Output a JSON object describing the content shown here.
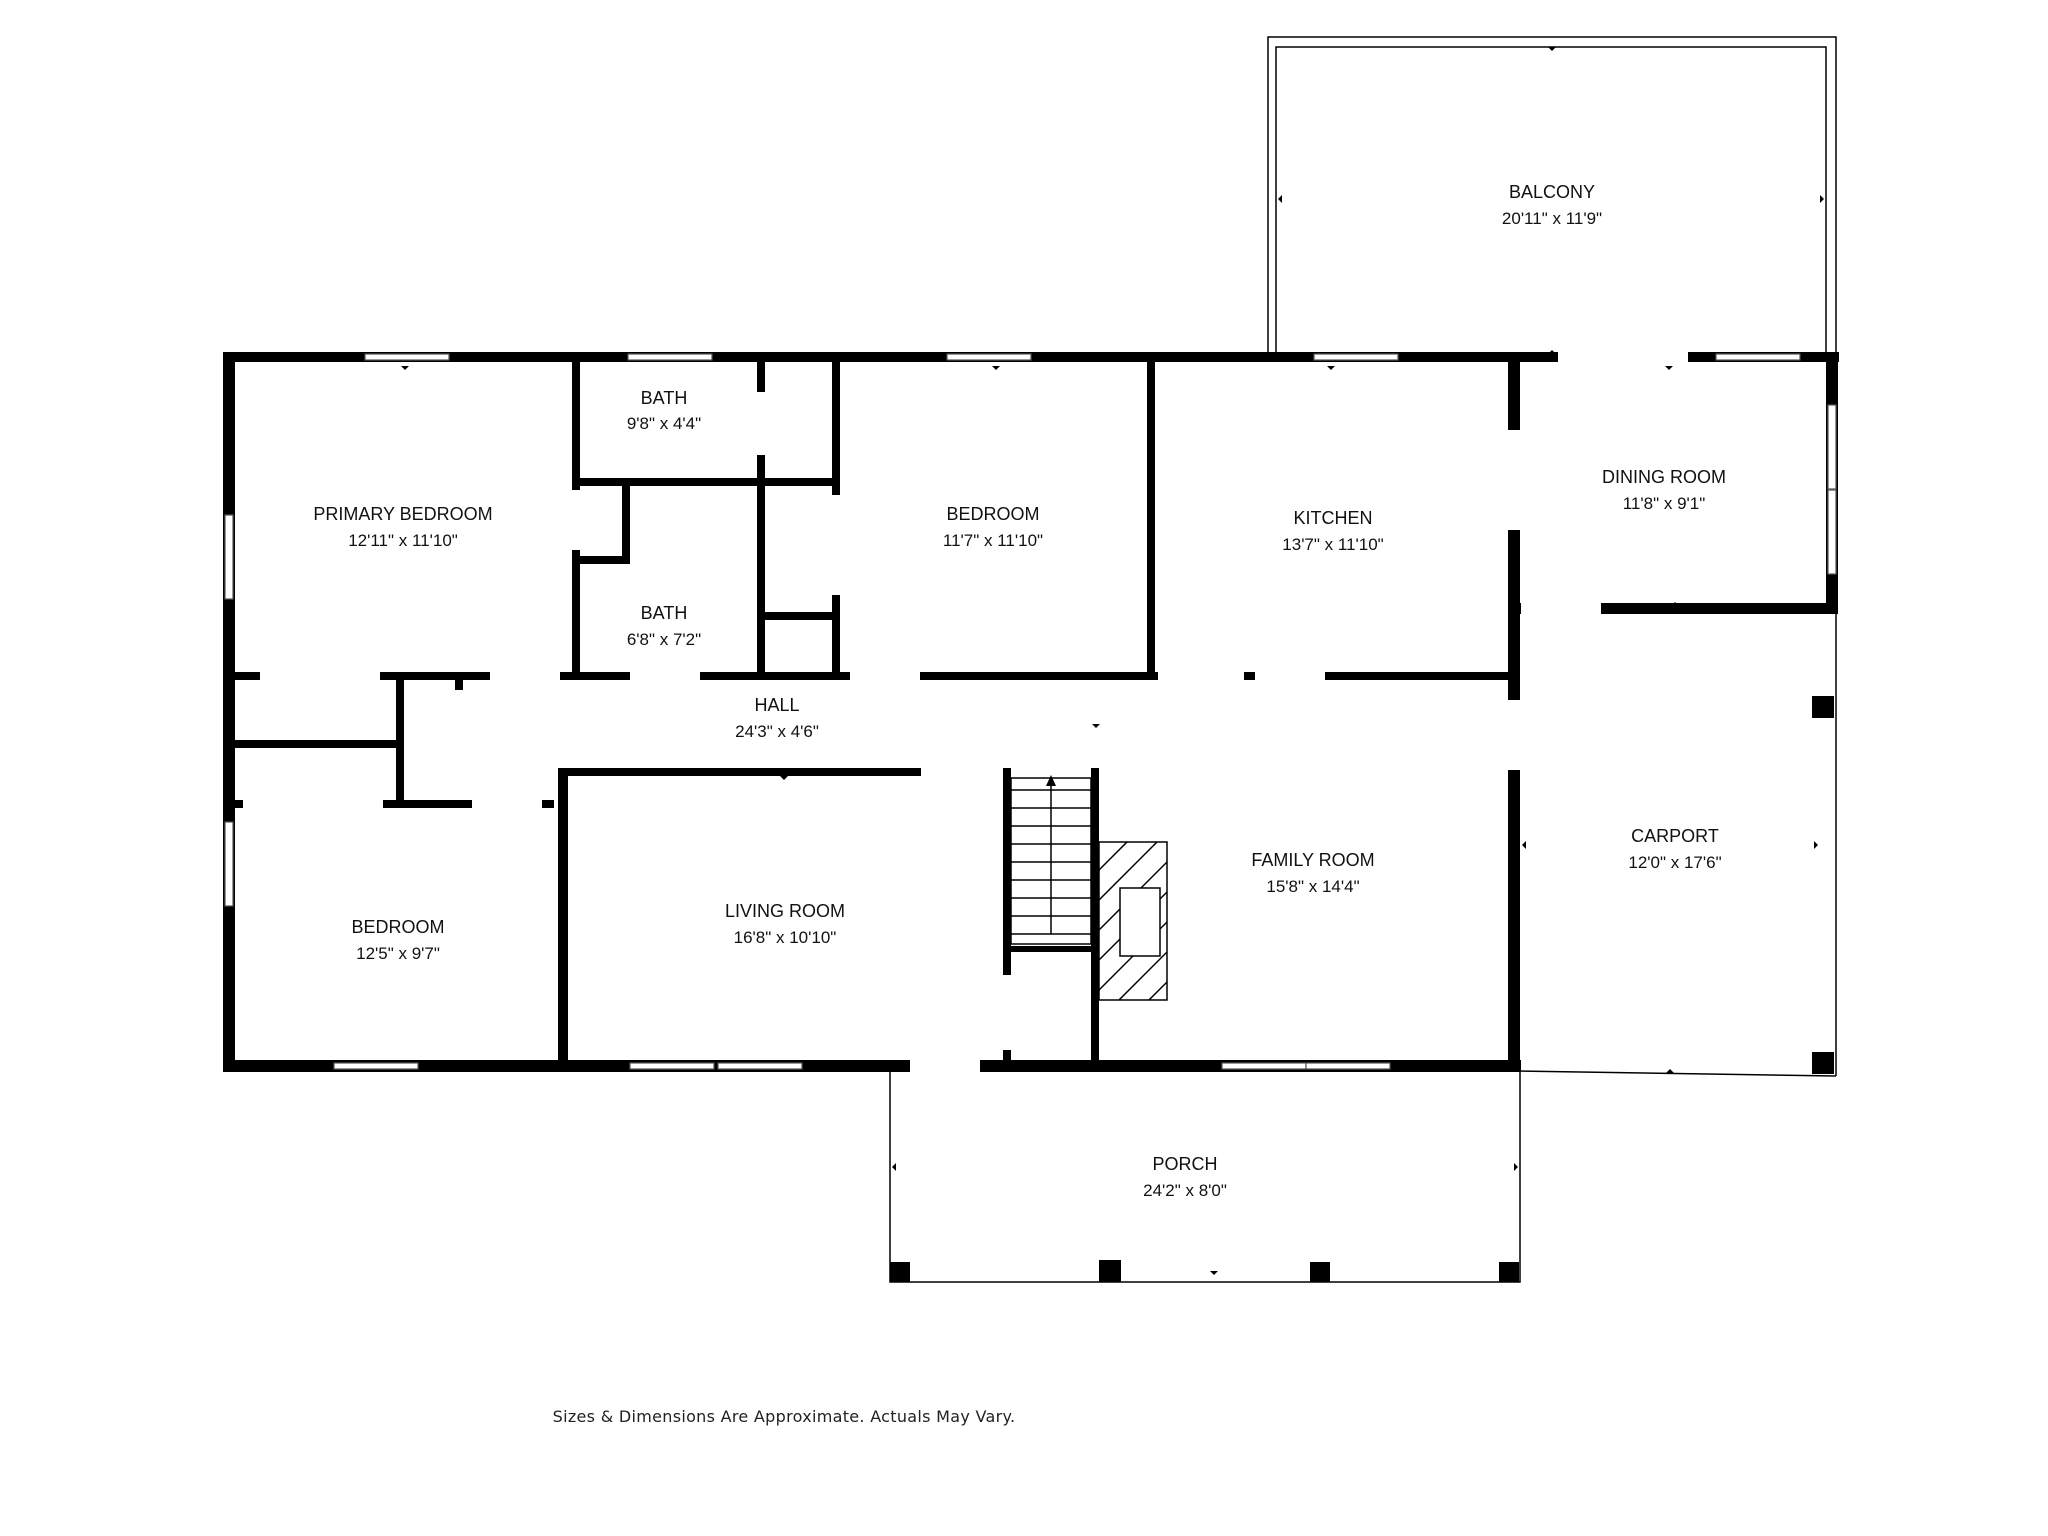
{
  "rooms": {
    "balcony": {
      "name": "BALCONY",
      "dims": "20'11\" x 11'9\""
    },
    "bath_upper": {
      "name": "BATH",
      "dims": "9'8\" x 4'4\""
    },
    "primary_bedroom": {
      "name": "PRIMARY BEDROOM",
      "dims": "12'11\" x 11'10\""
    },
    "bath_lower": {
      "name": "BATH",
      "dims": "6'8\" x 7'2\""
    },
    "bedroom_top": {
      "name": "BEDROOM",
      "dims": "11'7\" x 11'10\""
    },
    "kitchen": {
      "name": "KITCHEN",
      "dims": "13'7\" x 11'10\""
    },
    "dining_room": {
      "name": "DINING ROOM",
      "dims": "11'8\" x 9'1\""
    },
    "hall": {
      "name": "HALL",
      "dims": "24'3\" x 4'6\""
    },
    "bedroom_bottom": {
      "name": "BEDROOM",
      "dims": "12'5\" x 9'7\""
    },
    "living_room": {
      "name": "LIVING ROOM",
      "dims": "16'8\" x 10'10\""
    },
    "family_room": {
      "name": "FAMILY ROOM",
      "dims": "15'8\" x 14'4\""
    },
    "carport": {
      "name": "CARPORT",
      "dims": "12'0\" x 17'6\""
    },
    "porch": {
      "name": "PORCH",
      "dims": "24'2\" x 8'0\""
    }
  },
  "footer": {
    "note": "Sizes & Dimensions Are Approximate. Actuals May Vary."
  },
  "colors": {
    "wall": "#000000",
    "background": "#ffffff"
  }
}
